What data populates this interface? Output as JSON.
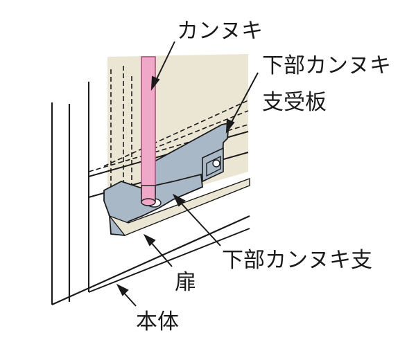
{
  "labels": {
    "latch": "カンヌキ",
    "lower_latch_bracket_line1": "下部カンヌキ",
    "lower_latch_bracket_line2": "支受板",
    "lower_latch_support": "下部カンヌキ支",
    "door": "扉",
    "body": "本体"
  },
  "colors": {
    "panel": "#ebe6d3",
    "latch_rod": "#f0a8c8",
    "latch_rod_edge": "#b05080",
    "bracket": "#a9b8c6",
    "line": "#1a1a1a"
  }
}
